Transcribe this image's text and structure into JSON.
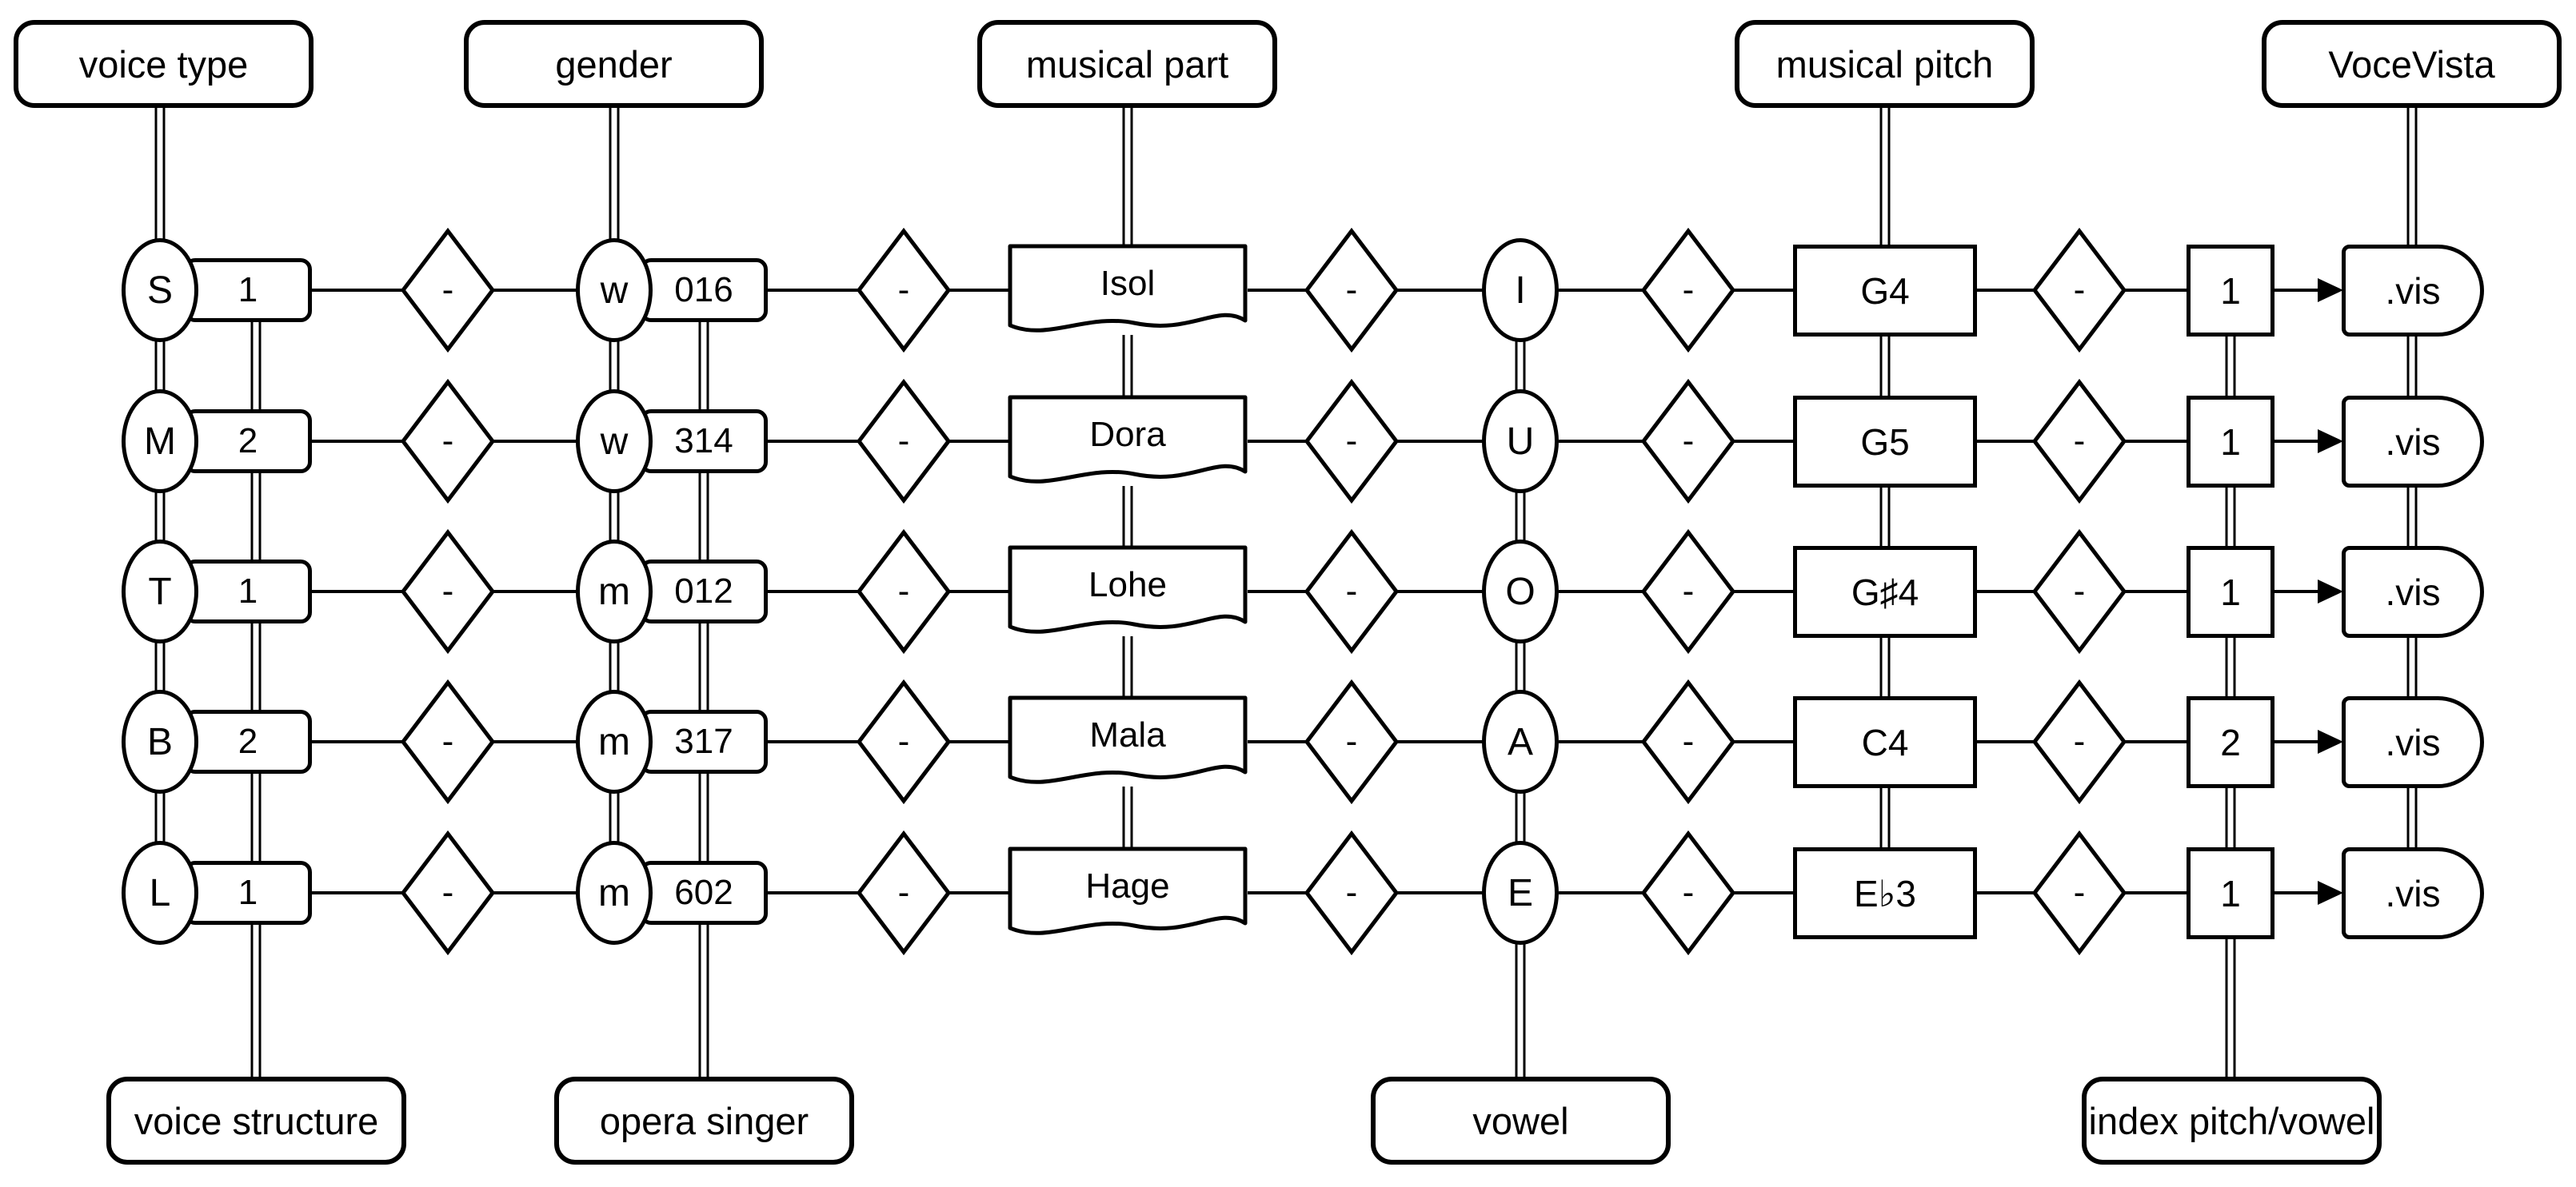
{
  "top_labels": {
    "voice_type": "voice type",
    "gender": "gender",
    "musical_part": "musical part",
    "musical_pitch": "musical pitch",
    "vocevista": "VoceVista"
  },
  "bottom_labels": {
    "voice_structure": "voice structure",
    "opera_singer": "opera singer",
    "vowel": "vowel",
    "index_pitch_vowel": "index pitch/vowel"
  },
  "separator": "-",
  "rows": [
    {
      "voice_type": "S",
      "voice_structure": "1",
      "gender": "w",
      "opera_singer": "016",
      "musical_part": "Isol",
      "vowel": "I",
      "musical_pitch": "G4",
      "index": "1",
      "extension": ".vis"
    },
    {
      "voice_type": "M",
      "voice_structure": "2",
      "gender": "w",
      "opera_singer": "314",
      "musical_part": "Dora",
      "vowel": "U",
      "musical_pitch": "G5",
      "index": "1",
      "extension": ".vis"
    },
    {
      "voice_type": "T",
      "voice_structure": "1",
      "gender": "m",
      "opera_singer": "012",
      "musical_part": "Lohe",
      "vowel": "O",
      "musical_pitch": "G♯4",
      "index": "1",
      "extension": ".vis"
    },
    {
      "voice_type": "B",
      "voice_structure": "2",
      "gender": "m",
      "opera_singer": "317",
      "musical_part": "Mala",
      "vowel": "A",
      "musical_pitch": "C4",
      "index": "2",
      "extension": ".vis"
    },
    {
      "voice_type": "L",
      "voice_structure": "1",
      "gender": "m",
      "opera_singer": "602",
      "musical_part": "Hage",
      "vowel": "E",
      "musical_pitch": "E♭3",
      "index": "1",
      "extension": ".vis"
    }
  ],
  "colors": {
    "stroke": "#000000",
    "fill": "#ffffff",
    "background": "#ffffff"
  }
}
